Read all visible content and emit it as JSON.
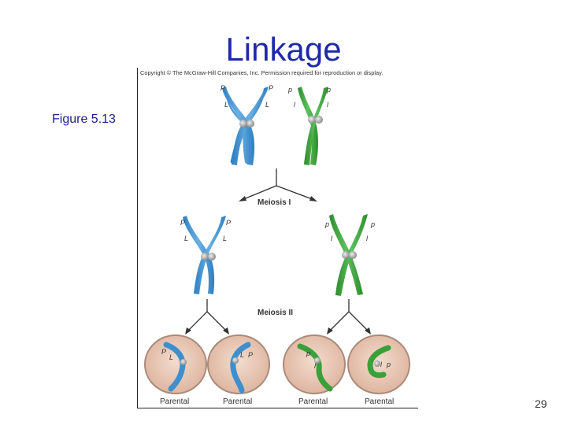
{
  "slide": {
    "title": "Linkage",
    "figure_label": "Figure 5.13",
    "page_number": "29"
  },
  "figure": {
    "copyright": "Copyright © The McGraw-Hill Companies, Inc. Permission required for reproduction or display.",
    "stage_labels": {
      "meiosis_1": "Meiosis I",
      "meiosis_2": "Meiosis II"
    },
    "alleles": {
      "dominant_p": "P",
      "dominant_l": "L",
      "recessive_p": "p",
      "recessive_l": "l"
    },
    "cell_labels": [
      "Parental",
      "Parental",
      "Parental",
      "Parental"
    ],
    "colors": {
      "blue_chromosome": "#3d8fcf",
      "green_chromosome": "#3aa03a",
      "cell_fill": "#e8c8b6",
      "cell_border": "#a98a7a"
    }
  }
}
